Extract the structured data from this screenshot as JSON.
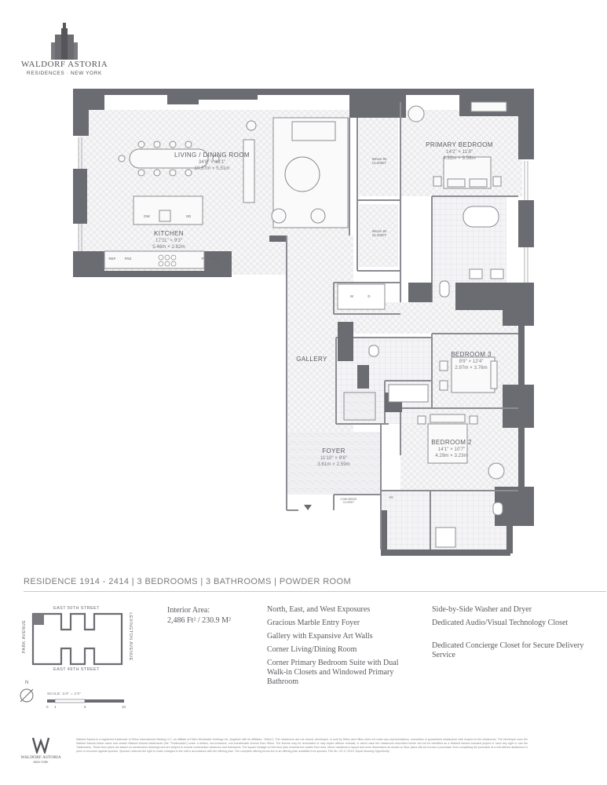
{
  "brand": {
    "name": "WALDORF ASTORIA",
    "sub": "RESIDENCES · NEW YORK"
  },
  "rooms": {
    "living": {
      "name": "LIVING / DINING ROOM",
      "dim_ft": "34'8\" × 18'1\"",
      "dim_m": "10.57m × 5.51m"
    },
    "kitchen": {
      "name": "KITCHEN",
      "dim_ft": "17'11\" × 9'3\"",
      "dim_m": "5.46m × 2.82m"
    },
    "primary": {
      "name": "PRIMARY BEDROOM",
      "dim_ft": "14'2\" × 11'8\"",
      "dim_m": "4.32m × 3.56m"
    },
    "bedroom3": {
      "name": "BEDROOM 3",
      "dim_ft": "9'9\" × 12'4\"",
      "dim_m": "2.97m × 3.76m"
    },
    "bedroom2": {
      "name": "BEDROOM 2",
      "dim_ft": "14'1\" × 10'7\"",
      "dim_m": "4.29m × 3.23m"
    },
    "foyer": {
      "name": "FOYER",
      "dim_ft": "11'10\" × 8'6\"",
      "dim_m": "3.61m × 2.59m"
    },
    "gallery": {
      "name": "GALLERY"
    }
  },
  "labels": {
    "walkin1": "WALK-IN CLOSET",
    "walkin2": "WALK-IN CLOSET",
    "dw": "DW",
    "sd": "SD",
    "ref": "REF",
    "frz": "FRZ",
    "p": "P",
    "wine": "WINE",
    "w": "W",
    "d": "D",
    "av": "AV",
    "concierge": "CONCIERGE CLOSET"
  },
  "residence_line": "RESIDENCE 1914 - 2414 | 3 BEDROOMS | 3 BATHROOMS | POWDER ROOM",
  "keyplan": {
    "north_street": "EAST 50TH STREET",
    "south_street": "EAST 49TH STREET",
    "west_ave": "PARK AVENUE",
    "east_ave": "LEXINGTON AVENUE",
    "compass": "N",
    "scale_label": "SCALE: 1/4\" = 1'0\"",
    "scale_ticks": [
      "0",
      "1",
      "5",
      "10"
    ]
  },
  "area": {
    "label": "Interior Area:",
    "value": "2,486 Ft² / 230.9 M²"
  },
  "features_col1": [
    "North, East, and West Exposures",
    "Gracious Marble Entry Foyer",
    "Gallery with Expansive Art Walls",
    "Corner Living/Dining Room",
    "Corner Primary Bedroom Suite with Dual Walk-in Closets and Windowed Primary Bathroom"
  ],
  "features_col2": [
    "Side-by-Side Washer and Dryer",
    "Dedicated Audio/Visual Technology Closet",
    "Dedicated Concierge Closet for Secure Delivery Service"
  ],
  "footer": {
    "brand": "WALDORF ASTORIA",
    "sub": "NEW YORK",
    "disclaimer": "Waldorf Astoria is a registered trademark of Hilton International Holding LLC, an affiliate of Hilton Worldwide Holdings Inc. (together with its affiliates, \"Hilton\"). The residences are not owned, developed, or sold by Hilton and Hilton does not make any representations, warranties or guarantees whatsoever with respect to the residences. The Developer uses the Waldorf Astoria brand name and certain Waldorf Astoria trademarks (the \"Trademarks\") under a limited, non-exclusive, non-transferable license from Hilton. The license may be terminated or may expire without renewal, in which case the residences described herein will not be identified as a Waldorf Astoria branded project or have any right to use the Trademarks. These floor plans are based on construction drawings and are subject to normal construction variances and tolerances. The square footage on this floor plan exceeds the usable floor area. Minor variations in layout and room dimensions as shown on floor plans will not excuse a purchaser from completing the purchase of a unit without abatement in price or recourse against sponsor. Sponsor reserves the right to make changes to the unit in accordance with the offering plan. The complete offering terms are in an offering plan available from sponsor. File No. CD 17-0115. Equal Housing Opportunity."
  },
  "colors": {
    "wall": "#6b6c72",
    "line": "#9a9aa0",
    "floor": "#f4f4f5",
    "text": "#5a5a60"
  }
}
